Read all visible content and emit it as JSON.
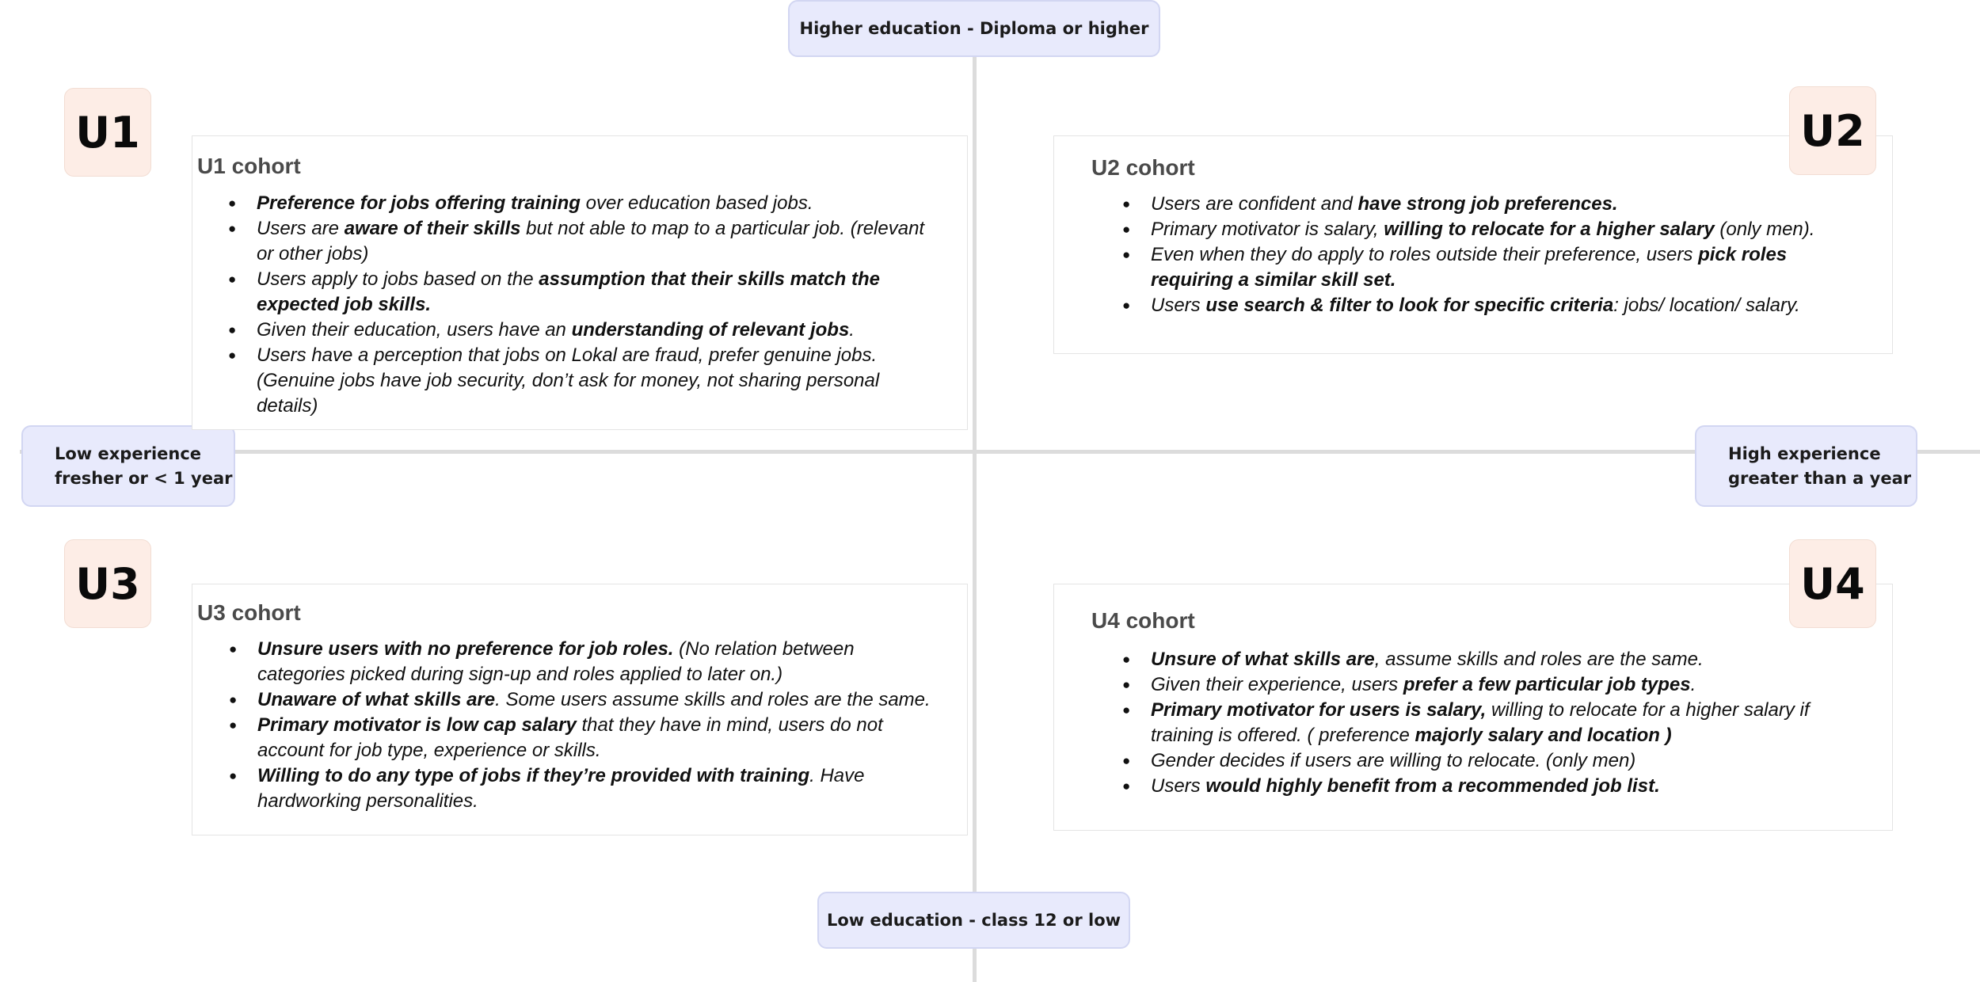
{
  "axes": {
    "top": "Higher education -  Diploma or higher",
    "bottom": "Low education - class 12 or low",
    "left": [
      "Low experience",
      "fresher or < 1 year"
    ],
    "right": [
      "High experience",
      "greater than a year"
    ]
  },
  "quadrants": {
    "u1": {
      "badge": "U1",
      "title": "U1 cohort",
      "bullets": [
        [
          {
            "b": true,
            "t": "Preference for jobs offering training"
          },
          {
            "b": false,
            "t": " over education based jobs."
          }
        ],
        [
          {
            "b": false,
            "t": "Users are "
          },
          {
            "b": true,
            "t": "aware of their skills"
          },
          {
            "b": false,
            "t": " but not able to map to a particular job. (relevant or other jobs)"
          }
        ],
        [
          {
            "b": false,
            "t": "Users apply to jobs based on the "
          },
          {
            "b": true,
            "t": "assumption that their skills match the expected job skills."
          }
        ],
        [
          {
            "b": false,
            "t": "Given their education, users have an "
          },
          {
            "b": true,
            "t": "understanding of relevant jobs"
          },
          {
            "b": false,
            "t": "."
          }
        ],
        [
          {
            "b": false,
            "t": "Users have a perception that jobs on Lokal are fraud, prefer genuine jobs. (Genuine jobs have job security, don’t ask for money, not sharing personal details)"
          }
        ]
      ]
    },
    "u2": {
      "badge": "U2",
      "title": "U2 cohort",
      "bullets": [
        [
          {
            "b": false,
            "t": "Users are confident and "
          },
          {
            "b": true,
            "t": "have strong job preferences."
          }
        ],
        [
          {
            "b": false,
            "t": "Primary motivator is salary, "
          },
          {
            "b": true,
            "t": "willing to relocate for a higher salary"
          },
          {
            "b": false,
            "t": " (only men)."
          }
        ],
        [
          {
            "b": false,
            "t": "Even when they do apply to roles outside their preference, users "
          },
          {
            "b": true,
            "t": "pick roles requiring a similar skill set."
          }
        ],
        [
          {
            "b": false,
            "t": "Users "
          },
          {
            "b": true,
            "t": "use search & filter to look for specific criteria"
          },
          {
            "b": false,
            "t": ": jobs/ location/ salary."
          }
        ]
      ]
    },
    "u3": {
      "badge": "U3",
      "title": "U3 cohort",
      "bullets": [
        [
          {
            "b": true,
            "t": "Unsure users with no preference for job roles."
          },
          {
            "b": false,
            "t": " (No relation between categories picked during sign-up and roles applied to later on.)"
          }
        ],
        [
          {
            "b": true,
            "t": "Unaware of what skills are"
          },
          {
            "b": false,
            "t": ". Some users assume skills and roles are the same."
          }
        ],
        [
          {
            "b": true,
            "t": "Primary motivator is low cap salary"
          },
          {
            "b": false,
            "t": " that they have in mind, users do not account for job type, experience or skills."
          }
        ],
        [
          {
            "b": true,
            "t": "Willing to do any type of jobs if they’re provided with training"
          },
          {
            "b": false,
            "t": ". Have hardworking personalities."
          }
        ]
      ]
    },
    "u4": {
      "badge": "U4",
      "title": "U4 cohort",
      "bullets": [
        [
          {
            "b": true,
            "t": "Unsure of what skills are"
          },
          {
            "b": false,
            "t": ", assume skills and roles are the same."
          }
        ],
        [
          {
            "b": false,
            "t": "Given their experience, users "
          },
          {
            "b": true,
            "t": "prefer a few particular job types"
          },
          {
            "b": false,
            "t": "."
          }
        ],
        [
          {
            "b": true,
            "t": "Primary motivator for users is salary,"
          },
          {
            "b": false,
            "t": " willing to relocate for a higher salary if training is offered. ( preference "
          },
          {
            "b": true,
            "t": "majorly salary and location )"
          }
        ],
        [
          {
            "b": false,
            "t": "Gender decides if users are willing to relocate. (only men)"
          }
        ],
        [
          {
            "b": false,
            "t": "Users "
          },
          {
            "b": true,
            "t": "would highly benefit from a recommended job list."
          }
        ]
      ]
    }
  },
  "colors": {
    "axis_label_bg": "#e8eafc",
    "badge_bg": "#fdede6",
    "axis_line": "#dcdcdc"
  }
}
